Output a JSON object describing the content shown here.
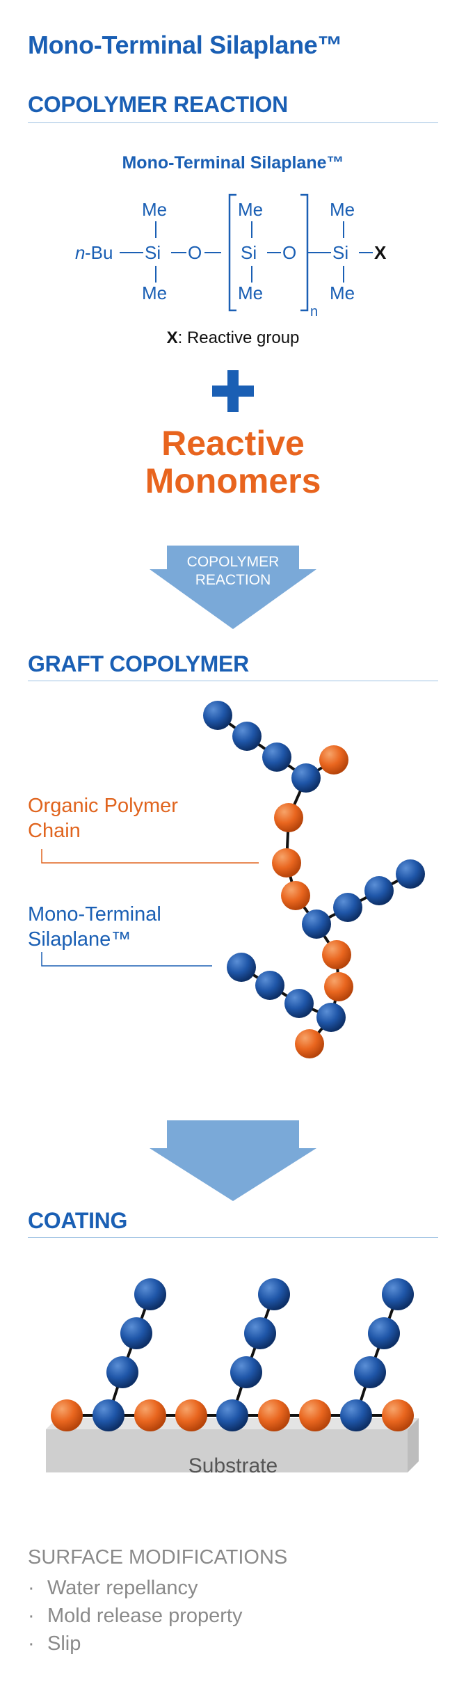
{
  "title": "Mono-Terminal Silaplane™",
  "sections": {
    "copolymer_reaction": "COPOLYMER REACTION",
    "graft_copolymer": "GRAFT COPOLYMER",
    "coating": "COATING"
  },
  "structure": {
    "subtitle": "Mono-Terminal Silaplane™",
    "n_prefix": "n",
    "bu": "-Bu",
    "si": "Si",
    "o": "O",
    "me": "Me",
    "repeat_n": "n",
    "x": "X",
    "reactive_group_key": "X",
    "reactive_group_text": ": Reactive group"
  },
  "plus_symbol": "+",
  "reactive_monomers": [
    "Reactive",
    "Monomers"
  ],
  "arrow_label": [
    "COPOLYMER",
    "REACTION"
  ],
  "labels": {
    "organic_polymer_chain": [
      "Organic Polymer",
      "Chain"
    ],
    "mono_terminal": [
      "Mono-Terminal",
      "Silaplane™"
    ]
  },
  "substrate": "Substrate",
  "surface_modifications": {
    "title": "SURFACE MODIFICATIONS",
    "items": [
      "Water repellancy",
      "Mold release property",
      "Slip"
    ]
  },
  "colors": {
    "blue": "#1a5fb4",
    "orange": "#e8641e",
    "arrow": "#7aa9d8",
    "gray_text": "#8a8a8a"
  }
}
